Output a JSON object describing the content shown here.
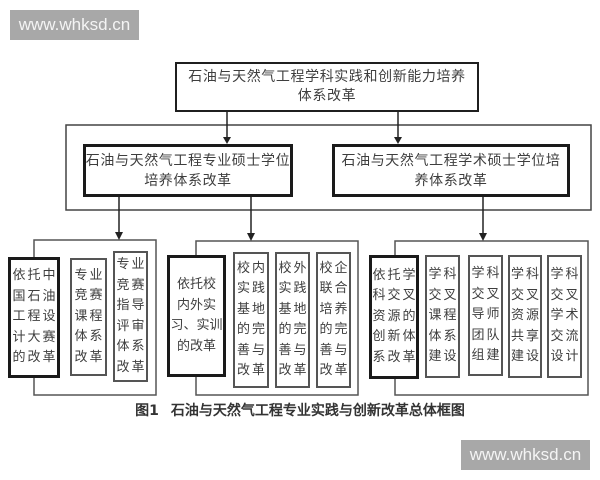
{
  "watermarks": {
    "top": "www.whksd.cn",
    "bottom": "www.whksd.cn"
  },
  "diagram": {
    "root": {
      "text": "石油与天然气工程学科实践和创新能力培养体系改革",
      "lines": "石油与天然气工程学科实践和创新能力培养\n体系改革"
    },
    "level2": [
      {
        "text": "石油与天然气工程专业硕士学位培养体系改革",
        "lines": "石油与天然气工程专业硕士学位\n培养体系改革"
      },
      {
        "text": "石油与天然气工程学术硕士学位培养体系改革",
        "lines": "石油与天然气工程学术硕士学位培\n养体系改革"
      }
    ],
    "groups": [
      {
        "boxes": [
          {
            "text": "依托中国石油工程设计大赛的改革",
            "lines": "依托中\n国石油\n工程设\n计大赛\n的改革",
            "highlighted": true
          },
          {
            "text": "专业竞赛课程体系改革",
            "lines": "专业\n竞赛\n课程\n体系\n改革",
            "highlighted": false
          },
          {
            "text": "专业竞赛指导评审体系改革",
            "lines": "专业\n竞赛\n指导\n评审\n体系\n改革",
            "highlighted": false
          }
        ]
      },
      {
        "boxes": [
          {
            "text": "依托校内外实习、实训的改革",
            "lines": "依托校\n内外实\n习、实训\n的改革",
            "highlighted": true
          },
          {
            "text": "校内实践基地的完善与改革",
            "lines": "校内\n实践\n基地\n的完\n善与\n改革",
            "highlighted": false
          },
          {
            "text": "校外实践基地的完善与改革",
            "lines": "校外\n实践\n基地\n的完\n善与\n改革",
            "highlighted": false
          },
          {
            "text": "校企联合培养的完善与改革",
            "lines": "校企\n联合\n培养\n的完\n善与\n改革",
            "highlighted": false
          }
        ]
      },
      {
        "boxes": [
          {
            "text": "依托学科交叉资源的创新体系改革",
            "lines": "依托学\n科交叉\n资源的\n创新体\n系改革",
            "highlighted": true
          },
          {
            "text": "学科交叉课程体系建设",
            "lines": "学科\n交叉\n课程\n体系\n建设",
            "highlighted": false
          },
          {
            "text": "学科交叉导师团队组建",
            "lines": "学科\n交叉\n导师\n团队\n组建",
            "highlighted": false
          },
          {
            "text": "学科交叉资源共享建设",
            "lines": "学科\n交叉\n资源\n共享\n建设",
            "highlighted": false
          },
          {
            "text": "学科交叉学术交流设计",
            "lines": "学科\n交叉\n学术\n交流\n设计",
            "highlighted": false
          }
        ]
      }
    ]
  },
  "caption": {
    "figure_label": "图1",
    "title": "石油与天然气工程专业实践与创新改革总体框图"
  },
  "colors": {
    "line": "#222222",
    "thin_border": "#555555",
    "text": "#3e3e3e",
    "watermark_bg": "#a8a8a8"
  }
}
